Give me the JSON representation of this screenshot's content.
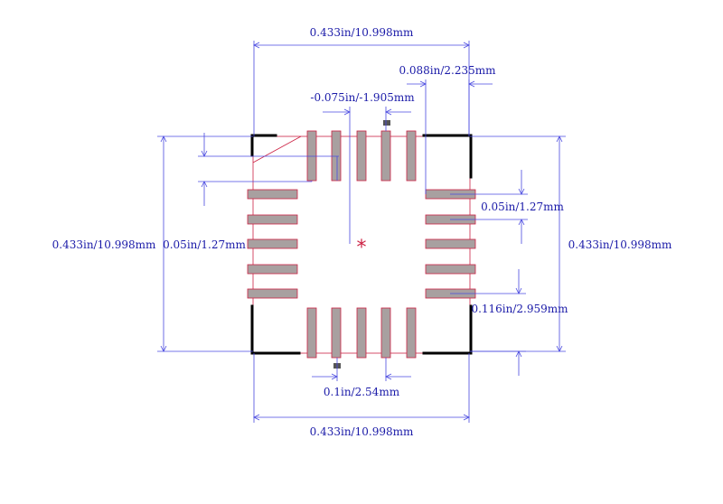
{
  "dimensions": {
    "top_width": "0.433in/10.998mm",
    "pad_length": "0.088in/2.235mm",
    "offset": "-0.075in/-1.905mm",
    "pitch_right": "0.05in/1.27mm",
    "left_height": "0.433in/10.998mm",
    "pitch_left": "0.05in/1.27mm",
    "right_height": "0.433in/10.998mm",
    "span": "0.116in/2.959mm",
    "pitch_bottom": "0.1in/2.54mm",
    "bottom_width": "0.433in/10.998mm"
  },
  "origin_marker": "*",
  "colors": {
    "dimension": "#4a4ae0",
    "dimension_text": "#1a1aa8",
    "pad_fill": "#a8a0a0",
    "pad_outline": "#cc2244",
    "silkscreen": "#000000",
    "origin_marker": "#cc2244"
  }
}
